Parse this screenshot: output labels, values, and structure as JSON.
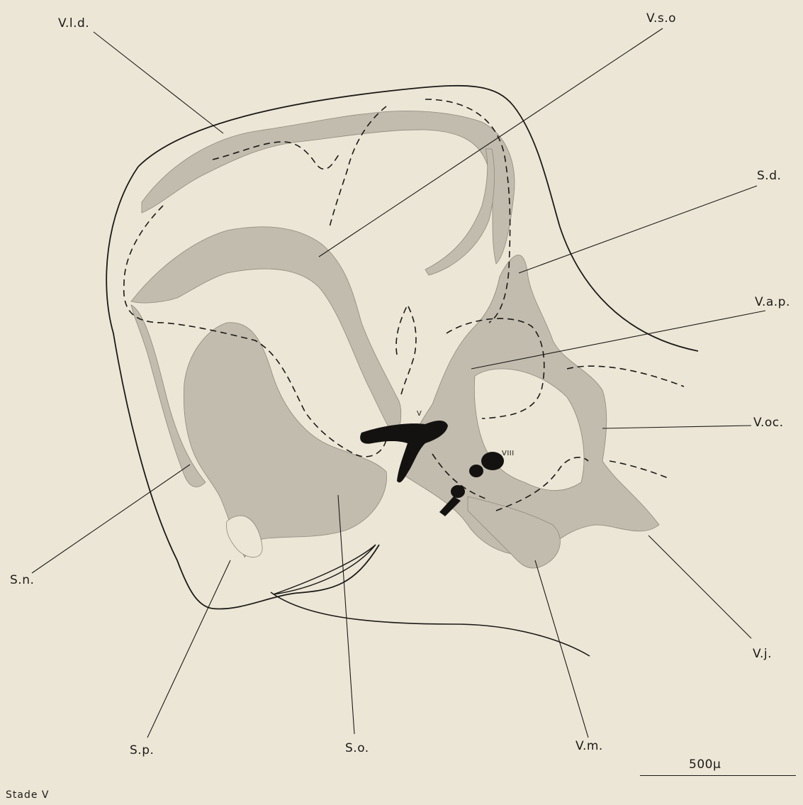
{
  "labels": {
    "vld": "V.l.d.",
    "vso": "V.s.o",
    "sd": "S.d.",
    "vap": "V.a.p.",
    "voc": "V.oc.",
    "vj": "V.j.",
    "vm": "V.m.",
    "so": "S.o.",
    "sp": "S.p.",
    "sn": "S.n.",
    "v": "V",
    "viii": "VIII"
  },
  "scale_bar": "500μ",
  "stage": "Stade V",
  "colors": {
    "paper": "#ece6d6",
    "stipple": "#b9b3a6",
    "ink": "#1c1a17"
  }
}
